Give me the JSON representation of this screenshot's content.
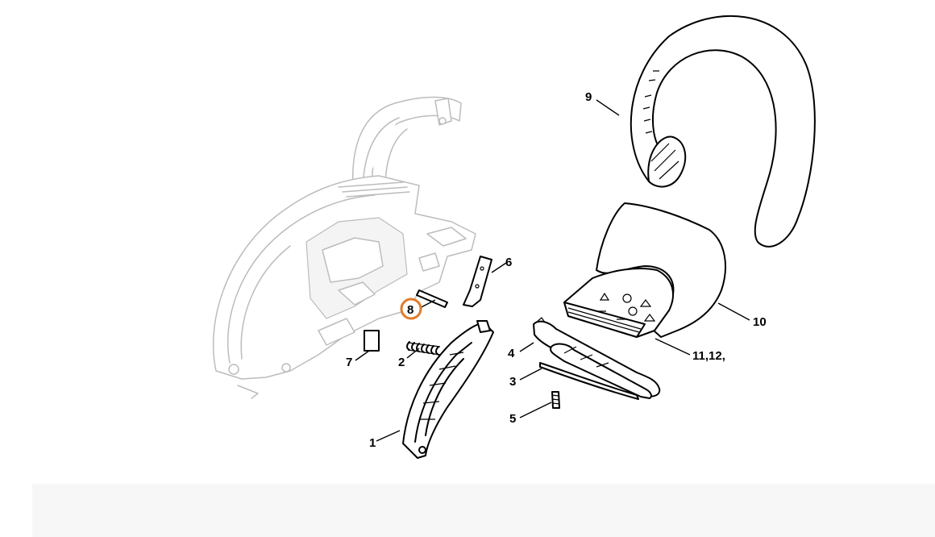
{
  "callouts": {
    "c1": "1",
    "c2": "2",
    "c3": "3",
    "c4": "4",
    "c5": "5",
    "c6": "6",
    "c7": "7",
    "c8": "8",
    "c9": "9",
    "c10": "10",
    "c11": "11,12,"
  },
  "highlight": {
    "part": "8",
    "color": "#e07b2a"
  },
  "colors": {
    "line": "#000000",
    "housing_line": "#bcbcbc"
  }
}
